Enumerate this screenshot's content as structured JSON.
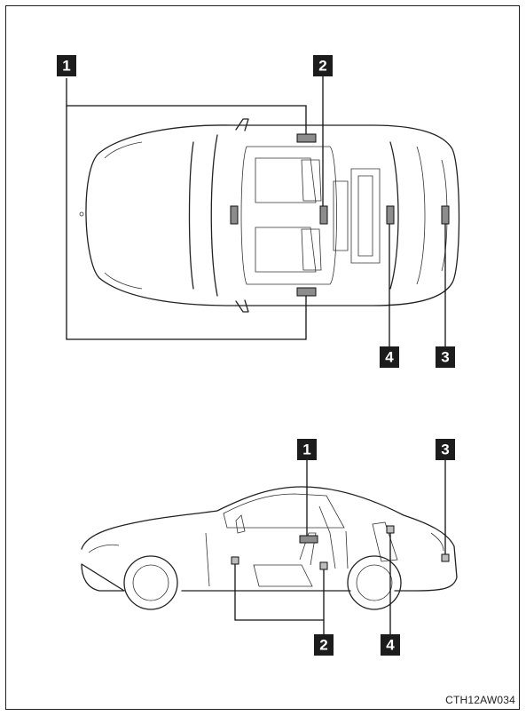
{
  "figure_code": "CTH12AW034",
  "top_view": {
    "callouts": [
      "1",
      "2",
      "4",
      "3"
    ]
  },
  "side_view": {
    "callouts": [
      "1",
      "3",
      "2",
      "4"
    ]
  }
}
